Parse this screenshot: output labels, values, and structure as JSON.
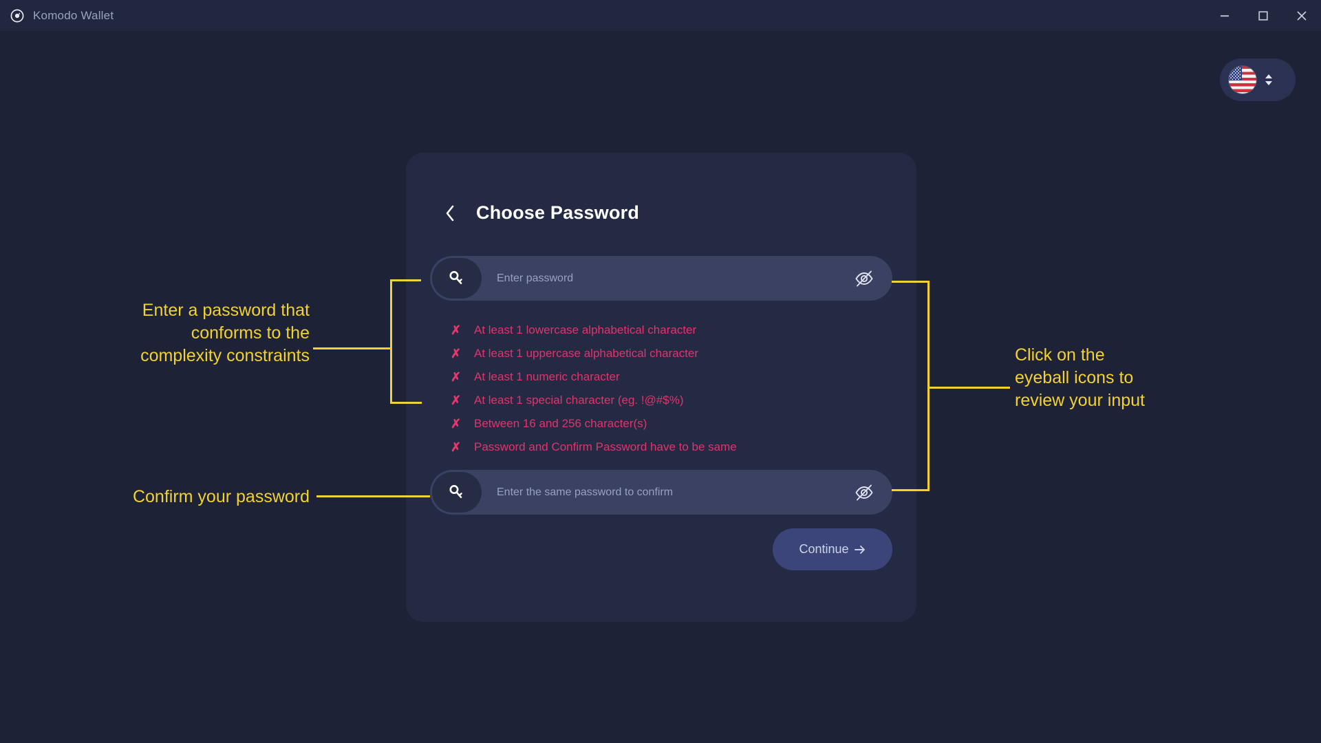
{
  "window": {
    "title": "Komodo Wallet",
    "logo_icon": "komodo-logo-icon",
    "controls": [
      {
        "name": "minimize",
        "icon": "minimize-icon"
      },
      {
        "name": "maximize",
        "icon": "maximize-icon"
      },
      {
        "name": "close",
        "icon": "close-icon"
      }
    ]
  },
  "language_selector": {
    "flag_icon": "us-flag-icon",
    "chevron_icon": "chevron-up-down-icon"
  },
  "card": {
    "back_icon": "chevron-left-icon",
    "title": "Choose Password",
    "password_field": {
      "icon": "key-icon",
      "placeholder": "Enter password",
      "value": "",
      "toggle_icon": "eye-off-icon"
    },
    "confirm_field": {
      "icon": "key-icon",
      "placeholder": "Enter the same password to confirm",
      "value": "",
      "toggle_icon": "eye-off-icon"
    },
    "validation": {
      "marker": "✗",
      "color": "#e2336b",
      "rules": [
        "At least 1 lowercase alphabetical character",
        "At least 1 uppercase alphabetical character",
        "At least 1 numeric character",
        "At least 1 special character (eg. !@#$%)",
        "Between 16 and 256 character(s)",
        "Password and Confirm Password have to be same"
      ]
    },
    "continue_button": {
      "label": "Continue",
      "arrow_icon": "arrow-right-icon"
    }
  },
  "annotations": {
    "color": "#f2d22e",
    "password_note": "Enter a password that\nconforms to the\ncomplexity constraints",
    "eyeball_note": "Click on the\neyeball icons to\nreview your input",
    "confirm_note": "Confirm your password"
  },
  "colors": {
    "page_background": "#1d2236",
    "titlebar_background": "#222740",
    "card_background": "#242a44",
    "field_background": "#3a4163",
    "button_background": "#3c4579",
    "annotation": "#f2d22e",
    "error": "#e2336b"
  }
}
